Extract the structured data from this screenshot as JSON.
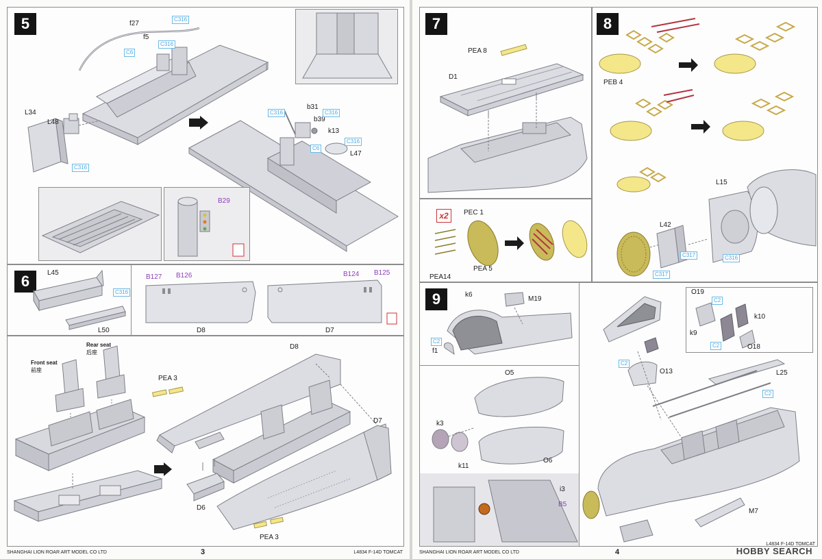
{
  "page_left": {
    "step5": {
      "number": "5",
      "labels": {
        "f27": "f27",
        "f5": "f5",
        "L34": "L34",
        "L48": "L48",
        "b31": "b31",
        "b39": "b39",
        "k13": "k13",
        "L47": "L47"
      },
      "colors": {
        "c316a": "C316",
        "c6a": "C6",
        "c316b": "C316",
        "c316c": "C316",
        "c316d": "C316",
        "c316e": "C316",
        "c316f": "C316",
        "c6b": "C6"
      },
      "b29": "B29"
    },
    "step6": {
      "number": "6",
      "labels": {
        "L45": "L45",
        "L50": "L50",
        "D8": "D8",
        "D7": "D7"
      },
      "colors": {
        "c316": "C316"
      },
      "bparts": {
        "b127": "B127",
        "b126": "B126",
        "b124": "B124",
        "b125": "B125"
      }
    },
    "assembly": {
      "front_seat_en": "Front seat",
      "front_seat_cn": "前座",
      "rear_seat_en": "Rear seat",
      "rear_seat_cn": "后座",
      "pea3a": "PEA 3",
      "pea3b": "PEA 3",
      "D8": "D8",
      "D7": "D7",
      "D6": "D6"
    },
    "footer_company": "SHANGHAI LION ROAR ART MODEL CO LTD",
    "page_number": "3",
    "footer_product": "L4834 F-14D TOMCAT"
  },
  "page_right": {
    "step7": {
      "number": "7",
      "labels": {
        "pea8": "PEA 8",
        "D1": "D1"
      }
    },
    "step8": {
      "number": "8",
      "labels": {
        "peb4": "PEB 4",
        "L15": "L15",
        "L42": "L42"
      },
      "colors": {
        "c317a": "C317",
        "c316": "C316",
        "c317b": "C317"
      }
    },
    "pe_panel": {
      "x2": "x2",
      "pec1": "PEC 1",
      "pea5": "PEA 5",
      "pea14": "PEA14"
    },
    "step9": {
      "number": "9",
      "labels": {
        "k6": "k6",
        "M19": "M19",
        "f1": "f1",
        "O5": "O5",
        "k3": "k3",
        "k11": "k11",
        "O6": "O6",
        "i3": "i3",
        "O19": "O19",
        "k10": "k10",
        "k9": "k9",
        "O18": "O18",
        "O13": "O13",
        "L25": "L25",
        "M7": "M7"
      },
      "colors": {
        "c2a": "C2",
        "c2b": "C2",
        "c2c": "C2",
        "c2d": "C2",
        "c2e": "C2"
      },
      "b5": "B5"
    },
    "footer_company": "SHANGHAI LION ROAR ART MODEL CO LTD",
    "page_number": "4",
    "footer_product": "L4834 F-14D TOMCAT",
    "watermark": "HOBBY SEARCH"
  },
  "colors": {
    "part_gray": "#dcdde3",
    "part_edge": "#7d7f86",
    "pe_yellow": "#f3e78a",
    "pe_gold": "#c8a84a",
    "pe_red": "#b3343f",
    "callout_blue": "#4aa8e0",
    "callout_purple": "#8d3fb8",
    "step_black": "#141414"
  }
}
